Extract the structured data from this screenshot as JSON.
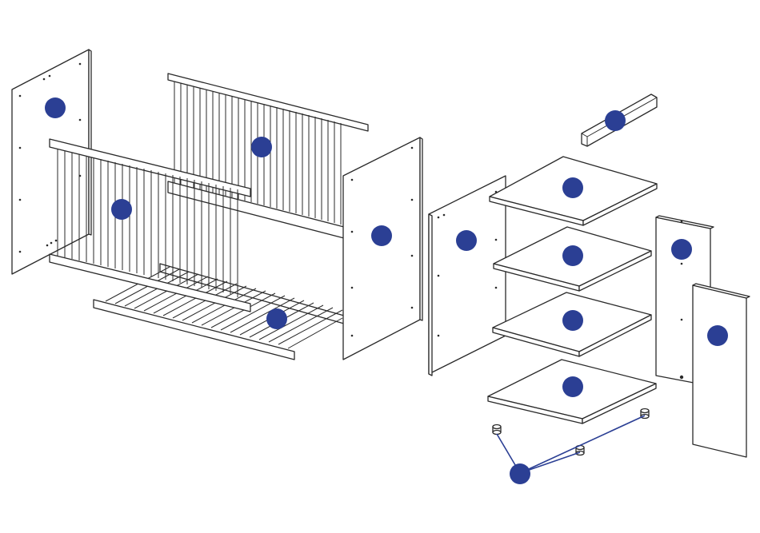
{
  "diagram": {
    "marker_color": "#2B3F94",
    "line_color": "#2a2a2a",
    "background": "#ffffff",
    "parts": [
      {
        "name": "crib-left-end-panel"
      },
      {
        "name": "crib-back-rail"
      },
      {
        "name": "crib-front-rail"
      },
      {
        "name": "crib-right-end-panel"
      },
      {
        "name": "mattress-slat-base"
      },
      {
        "name": "dresser-top-rail"
      },
      {
        "name": "dresser-top-shelf"
      },
      {
        "name": "dresser-left-side-panel"
      },
      {
        "name": "dresser-middle-shelf"
      },
      {
        "name": "dresser-right-side-panel"
      },
      {
        "name": "dresser-lower-shelf"
      },
      {
        "name": "dresser-back-panel"
      },
      {
        "name": "dresser-bottom-shelf"
      },
      {
        "name": "feet-set"
      }
    ]
  }
}
